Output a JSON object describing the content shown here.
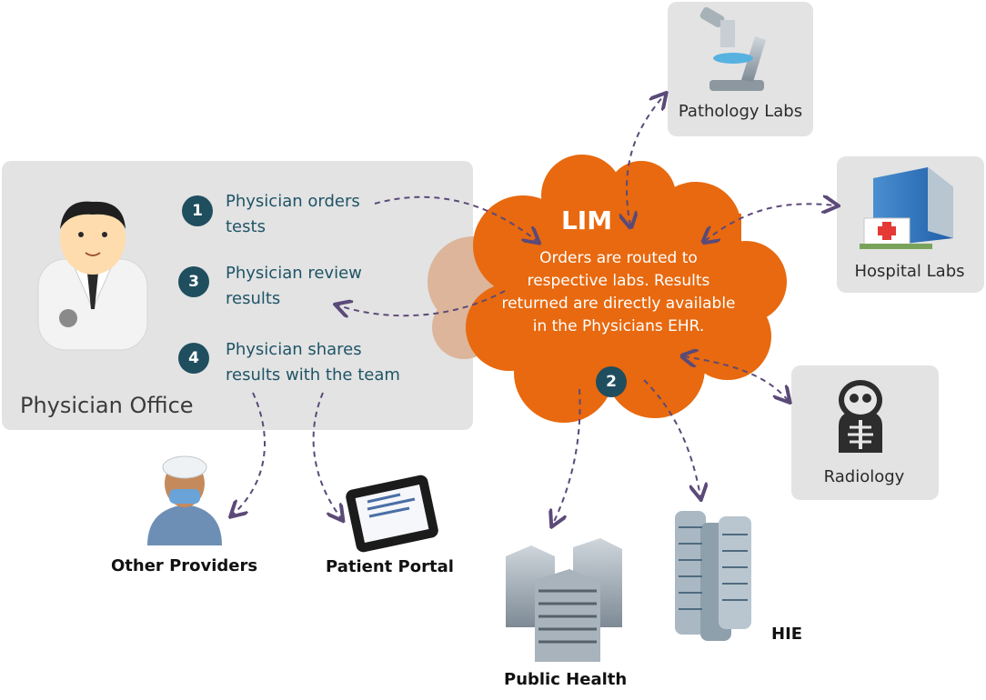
{
  "physician_office": {
    "title": "Physician Office",
    "steps": [
      {
        "num": "1",
        "text": "Physician orders\ntests"
      },
      {
        "num": "3",
        "text": "Physician review\nresults"
      },
      {
        "num": "4",
        "text": "Physician shares\nresults with the team"
      }
    ]
  },
  "lim": {
    "title": "LIM",
    "description": "Orders are routed to\nrespective labs. Results\nreturned are directly available\nin the Physicians EHR.",
    "step_num": "2"
  },
  "labs": {
    "pathology": "Pathology Labs",
    "hospital": "Hospital Labs",
    "radiology": "Radiology"
  },
  "recipients": {
    "other_providers": "Other Providers",
    "patient_portal": "Patient Portal",
    "public_health": "Public Health",
    "hie": "HIE"
  },
  "colors": {
    "office_box": "#e3e3e3",
    "cloud": "#e8690f",
    "step_circle": "#1f4e5f",
    "step_text": "#1f5467",
    "arrow": "#5b4a78"
  }
}
